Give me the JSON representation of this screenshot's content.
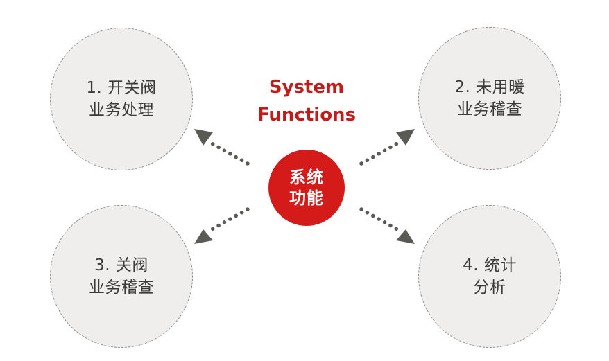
{
  "title": {
    "line1": "System",
    "line2": "Functions"
  },
  "center": {
    "line1": "系统",
    "line2": "功能"
  },
  "nodes": [
    {
      "line1": "1. 开关阀",
      "line2": "业务处理"
    },
    {
      "line1": "2. 未用暖",
      "line2": "业务稽查"
    },
    {
      "line1": "3. 关阀",
      "line2": "业务稽查"
    },
    {
      "line1": "4. 统计",
      "line2": "分析"
    }
  ],
  "colors": {
    "accent": "#d51a1a",
    "title": "#c51a1a",
    "node_fill": "#efeeed",
    "node_border": "#8c8c8c",
    "arrow": "#5a5a55"
  }
}
